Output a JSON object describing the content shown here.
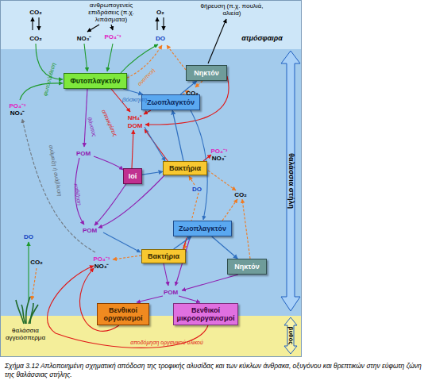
{
  "diagram": {
    "caption": "Σχήμα 3.12 Απλοποιημένη σχηματική απόδοση της τροφικής αλυσίδας και των κύκλων άνθρακα, οξυγόνου και θρεπτικών στην εύφωτη ζώνη της θαλάσσιας στήλης.",
    "nodes": [
      {
        "text": [
          "Φυτοπλαγκτόν"
        ]
      },
      {
        "text": [
          "Νηκτόν"
        ]
      },
      {
        "text": [
          "Ζωοπλαγκτόν"
        ]
      },
      {
        "text": [
          "Ιοί"
        ]
      },
      {
        "text": [
          "Βακτήρια"
        ]
      },
      {
        "text": [
          "Ζωοπλαγκτόν"
        ]
      },
      {
        "text": [
          "Βακτήρια"
        ]
      },
      {
        "text": [
          "Νηκτόν"
        ]
      },
      {
        "text": [
          "Βενθικοί οργανισμοί"
        ]
      },
      {
        "text": [
          "Βενθικοί μικροοργανισμοί"
        ]
      }
    ],
    "edges": [
      {
        "from": 0,
        "to": 2,
        "label": "βόσκηση",
        "arrow": "to"
      },
      {
        "from": 2,
        "to": 1,
        "arrow": "to"
      },
      {
        "from": 4,
        "to": 2,
        "arrow": "to"
      },
      {
        "from": 3,
        "to": 4,
        "arrow": "to"
      },
      {
        "from": 6,
        "to": 5,
        "arrow": "to"
      },
      {
        "from": 5,
        "to": 7,
        "arrow": "to"
      }
    ],
    "labels": [
      "ανθρωπογενείς επιδράσεις (π.χ. λιπάσματα)",
      "θήρευση (π.χ. πουλιά, αλιεία)",
      "CO₂",
      "CO₂",
      "NO₃⁻",
      "PO₄⁻³",
      "O₂",
      "DO",
      "ατμόσφαιρα",
      "CO₂",
      "φωτοσύνθεση",
      "αναπνοή",
      "PO₄⁻³",
      "NO₃⁻",
      "θάνατος",
      "απεκκρίσεις",
      "NH₄⁺",
      "DOM",
      "POM",
      "PO₄⁻³",
      "NO₃⁻",
      "καθίζηση",
      "ανάμειξη ή ανάβλυση",
      "DO",
      "CO₂",
      "POM",
      "DO",
      "CO₂",
      "PO₄⁻³",
      "NO₃⁻",
      "POM",
      "θαλάσσια αγγειόσπερμα",
      "αποδόμηση οργανικού υλικού",
      "θαλάσσια στήλη",
      "βυθός"
    ]
  }
}
